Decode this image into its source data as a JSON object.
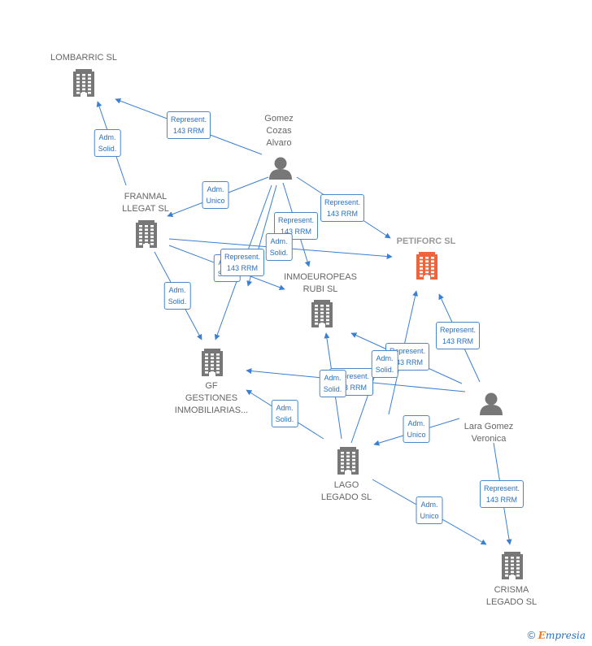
{
  "colors": {
    "edge": "#3b7fd0",
    "building": "#777777",
    "highlight": "#f0643a",
    "person": "#777777"
  },
  "nodes": {
    "lombarric": {
      "lines": [
        "LOMBARRIC  SL"
      ],
      "icon": "building-icon"
    },
    "franmal": {
      "lines": [
        "FRANMAL",
        "LLEGAT  SL"
      ],
      "icon": "building-icon"
    },
    "gomez": {
      "lines": [
        "Gomez",
        "Cozas",
        "Alvaro"
      ],
      "icon": "person-icon"
    },
    "petiforc": {
      "lines": [
        "PETIFORC  SL"
      ],
      "icon": "building-icon"
    },
    "inmoeuropeas": {
      "lines": [
        "INMOEUROPEAS",
        "RUBI  SL"
      ],
      "icon": "building-icon"
    },
    "gf": {
      "lines": [
        "GF",
        "GESTIONES",
        "INMOBILIARIAS..."
      ],
      "icon": "building-icon"
    },
    "lara": {
      "lines": [
        "Lara Gomez",
        "Veronica"
      ],
      "icon": "person-icon"
    },
    "lago": {
      "lines": [
        "LAGO",
        "LEGADO  SL"
      ],
      "icon": "building-icon"
    },
    "crisma": {
      "lines": [
        "CRISMA",
        "LEGADO  SL"
      ],
      "icon": "building-icon"
    }
  },
  "edge_labels": {
    "rep": [
      "Represent.",
      "143 RRM"
    ],
    "adm_solid": [
      "Adm.",
      "Solid."
    ],
    "adm_unico": [
      "Adm.",
      "Unico"
    ]
  },
  "footer": {
    "copyright": "©",
    "brand_first": "E",
    "brand_rest": "mpresia"
  }
}
